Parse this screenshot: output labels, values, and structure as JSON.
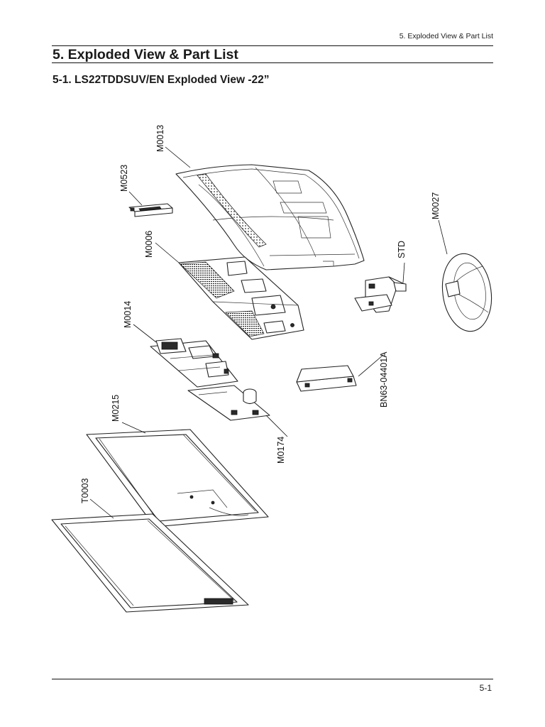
{
  "running_head": "5. Exploded View & Part List",
  "section_title": "5. Exploded View & Part List",
  "subsection_title": "5-1. LS22TDDSUV/EN Exploded View -22”",
  "callouts": {
    "m0013": "M0013",
    "m0523": "M0523",
    "m0006": "M0006",
    "m0014": "M0014",
    "m0215": "M0215",
    "t0003": "T0003",
    "m0174": "M0174",
    "bn63": "BN63-04401A",
    "std": "STD",
    "m0027": "M0027"
  },
  "page_number": "5-1"
}
